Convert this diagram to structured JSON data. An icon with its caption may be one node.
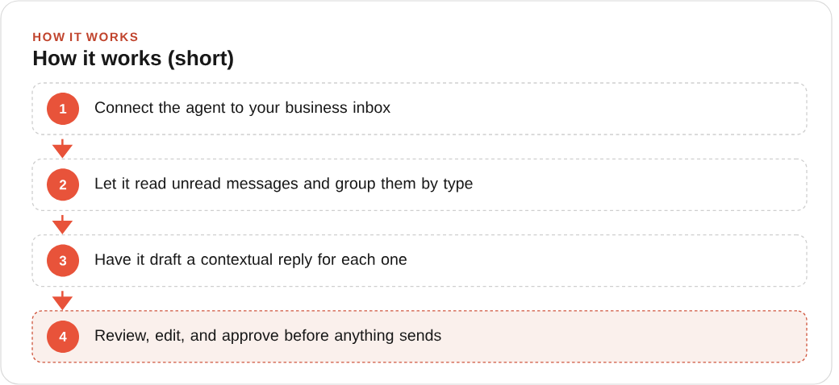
{
  "diagram": {
    "title": "How it works (short)",
    "nodes": [
      {
        "text": [
          "Connect the agent to your business inbox"
        ]
      },
      {
        "text": [
          "1"
        ],
        "in": 0
      },
      {
        "text": [
          "Let it read unread messages and group them by type"
        ]
      },
      {
        "text": [
          "2"
        ],
        "in": 2
      },
      {
        "text": [
          "Have it draft a contextual reply for each one"
        ]
      },
      {
        "text": [
          "3"
        ],
        "in": 4
      },
      {
        "text": [
          "Review, edit, and approve before anything sends"
        ]
      },
      {
        "text": [
          "4"
        ],
        "in": 6
      }
    ],
    "edges": [
      {
        "from": 0,
        "to": 2,
        "arrow": "to"
      },
      {
        "from": 2,
        "to": 4,
        "arrow": "to"
      },
      {
        "from": 4,
        "to": 6,
        "arrow": "to"
      }
    ],
    "labels": [
      "HOW IT WORKS"
    ]
  }
}
